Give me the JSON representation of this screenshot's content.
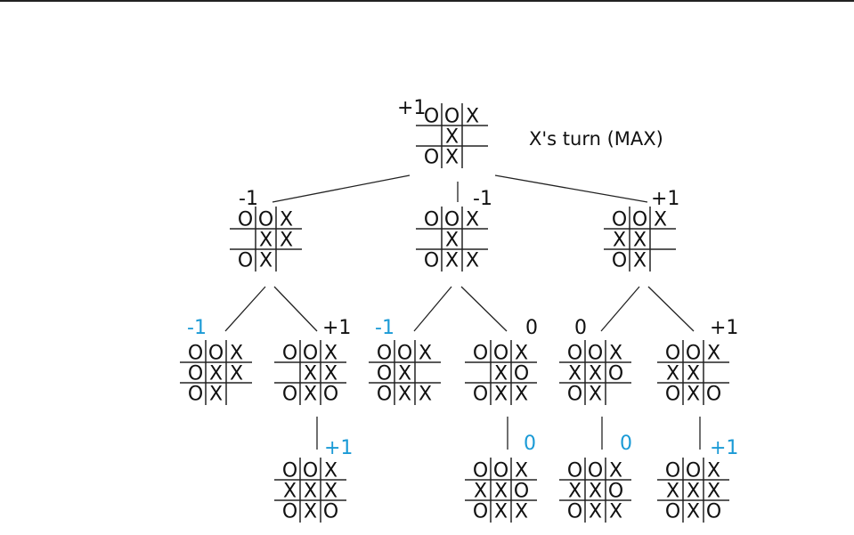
{
  "caption": "X's turn (MAX)",
  "colors": {
    "ink": "#111111",
    "leaf_score": "#1a9ad6"
  },
  "nodes": [
    {
      "id": "root",
      "score": "+1",
      "leaf": false,
      "board": [
        "O",
        "O",
        "X",
        "",
        "X",
        "",
        "O",
        "X",
        ""
      ]
    },
    {
      "id": "a",
      "score": "-1",
      "leaf": false,
      "board": [
        "O",
        "O",
        "X",
        "",
        "X",
        "X",
        "O",
        "X",
        ""
      ]
    },
    {
      "id": "b",
      "score": "-1",
      "leaf": false,
      "board": [
        "O",
        "O",
        "X",
        "",
        "X",
        "",
        "O",
        "X",
        "X"
      ]
    },
    {
      "id": "c",
      "score": "+1",
      "leaf": false,
      "board": [
        "O",
        "O",
        "X",
        "X",
        "X",
        "",
        "O",
        "X",
        ""
      ]
    },
    {
      "id": "a1",
      "score": "-1",
      "leaf": true,
      "board": [
        "O",
        "O",
        "X",
        "O",
        "X",
        "X",
        "O",
        "X",
        ""
      ]
    },
    {
      "id": "a2",
      "score": "+1",
      "leaf": false,
      "board": [
        "O",
        "O",
        "X",
        "",
        "X",
        "X",
        "O",
        "X",
        "O"
      ]
    },
    {
      "id": "b1",
      "score": "-1",
      "leaf": true,
      "board": [
        "O",
        "O",
        "X",
        "O",
        "X",
        "",
        "O",
        "X",
        "X"
      ]
    },
    {
      "id": "b2",
      "score": "0",
      "leaf": false,
      "board": [
        "O",
        "O",
        "X",
        "",
        "X",
        "O",
        "O",
        "X",
        "X"
      ]
    },
    {
      "id": "c1",
      "score": "0",
      "leaf": false,
      "board": [
        "O",
        "O",
        "X",
        "X",
        "X",
        "O",
        "O",
        "X",
        ""
      ]
    },
    {
      "id": "c2",
      "score": "+1",
      "leaf": false,
      "board": [
        "O",
        "O",
        "X",
        "X",
        "X",
        "",
        "O",
        "X",
        "O"
      ]
    },
    {
      "id": "a2a",
      "score": "+1",
      "leaf": true,
      "board": [
        "O",
        "O",
        "X",
        "X",
        "X",
        "X",
        "O",
        "X",
        "O"
      ]
    },
    {
      "id": "b2a",
      "score": "0",
      "leaf": true,
      "board": [
        "O",
        "O",
        "X",
        "X",
        "X",
        "O",
        "O",
        "X",
        "X"
      ]
    },
    {
      "id": "c1a",
      "score": "0",
      "leaf": true,
      "board": [
        "O",
        "O",
        "X",
        "X",
        "X",
        "O",
        "O",
        "X",
        "X"
      ]
    },
    {
      "id": "c2a",
      "score": "+1",
      "leaf": true,
      "board": [
        "O",
        "O",
        "X",
        "X",
        "X",
        "X",
        "O",
        "X",
        "O"
      ]
    }
  ],
  "edges": [
    [
      "root",
      "a"
    ],
    [
      "root",
      "b"
    ],
    [
      "root",
      "c"
    ],
    [
      "a",
      "a1"
    ],
    [
      "a",
      "a2"
    ],
    [
      "b",
      "b1"
    ],
    [
      "b",
      "b2"
    ],
    [
      "c",
      "c1"
    ],
    [
      "c",
      "c2"
    ],
    [
      "a2",
      "a2a"
    ],
    [
      "b2",
      "b2a"
    ],
    [
      "c1",
      "c1a"
    ],
    [
      "c2",
      "c2a"
    ]
  ]
}
